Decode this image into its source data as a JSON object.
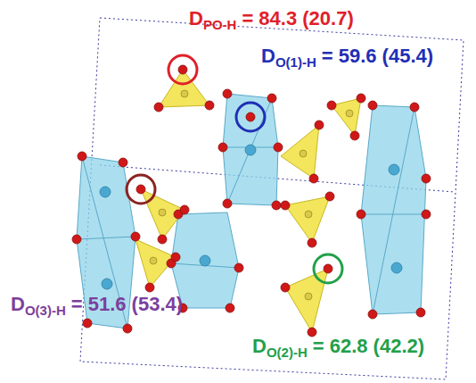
{
  "diagram": {
    "labels": [
      "D",
      "PO-H",
      "= 84.3 (20.7)",
      "D",
      "O(1)-H",
      "= 59.6 (45.4)",
      "D",
      "O(3)-H",
      "= 51.6 (53.4)",
      "D",
      "O(2)-H",
      "= 62.8 (42.2)"
    ]
  }
}
